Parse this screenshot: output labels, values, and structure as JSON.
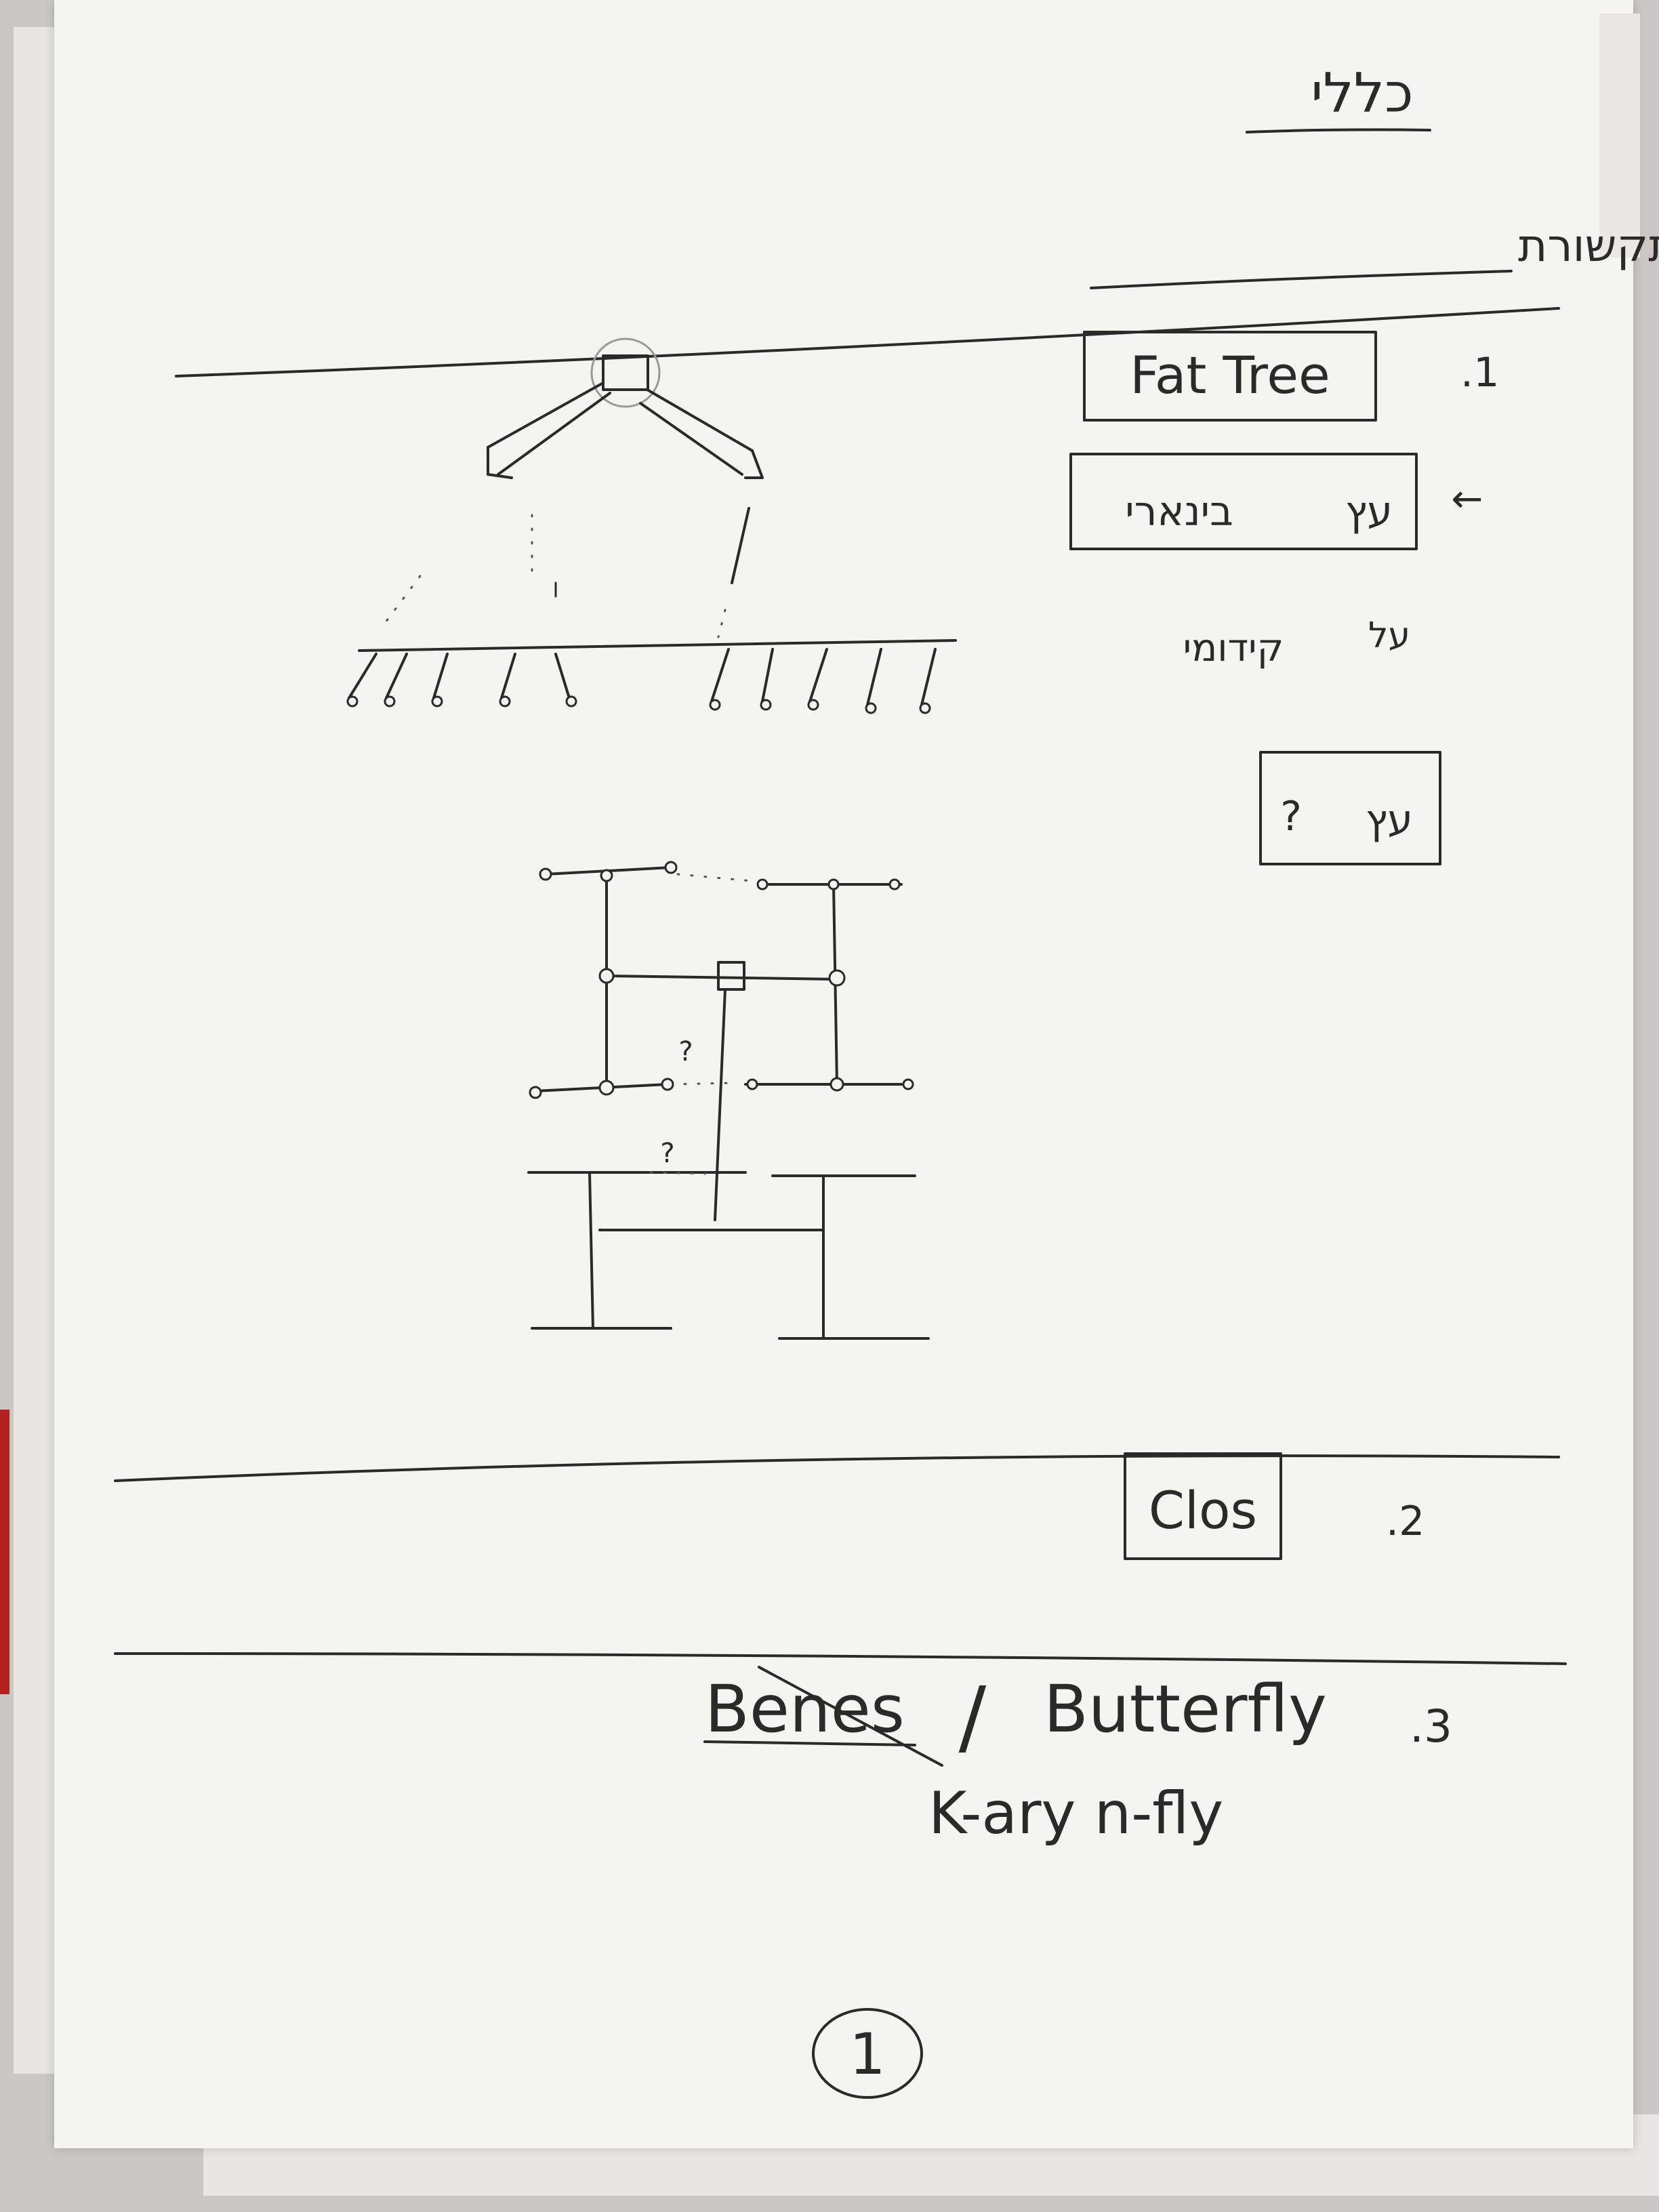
{
  "page": {
    "title": "כללי",
    "subtitle": "רשתות תקשורת",
    "page_number": "1"
  },
  "sections": [
    {
      "number": ".1",
      "name": "Fat Tree",
      "items": [
        {
          "marker": "←",
          "prefix": "עץ",
          "text": "בינארי"
        },
        {
          "prefix": "על",
          "text": "קידומי"
        },
        {
          "prefix": "עץ",
          "text": "?"
        }
      ]
    },
    {
      "number": ".2",
      "name": "Clos"
    },
    {
      "number": ".3",
      "struck": "Benes",
      "separator": "/",
      "name": "Butterfly",
      "line2": "K-ary n-fly"
    }
  ],
  "diagram": {
    "question_marks": [
      "?",
      "?"
    ]
  },
  "colors": {
    "ink": "#2a2a2a",
    "paper": "#f4f4f2",
    "background": "#c9c8c6"
  }
}
